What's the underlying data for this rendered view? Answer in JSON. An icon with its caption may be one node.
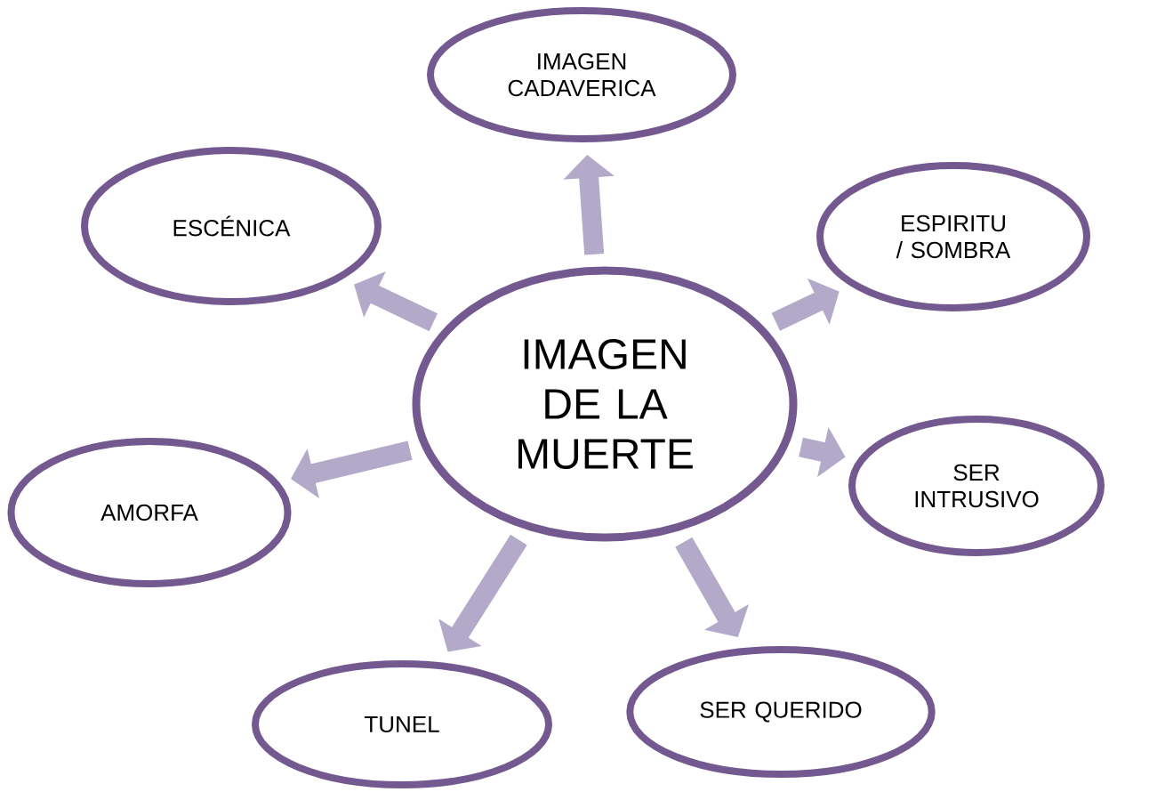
{
  "diagram": {
    "nodes": [
      {
        "text": [
          "IMAGEN DE LA MUERTE"
        ]
      },
      {
        "text": [
          "IMAGEN CADAVERICA"
        ]
      },
      {
        "text": [
          "ESPIRITU / SOMBRA"
        ]
      },
      {
        "text": [
          "SER INTRUSIVO"
        ]
      },
      {
        "text": [
          "SER QUERIDO"
        ]
      },
      {
        "text": [
          "TUNEL"
        ]
      },
      {
        "text": [
          "AMORFA"
        ]
      },
      {
        "text": [
          "ESCÉNICA"
        ]
      }
    ],
    "edges": [
      {
        "from": 0,
        "to": 1,
        "arrow": "to"
      },
      {
        "from": 0,
        "to": 2,
        "arrow": "to"
      },
      {
        "from": 0,
        "to": 3,
        "arrow": "to"
      },
      {
        "from": 0,
        "to": 4,
        "arrow": "to"
      },
      {
        "from": 0,
        "to": 5,
        "arrow": "to"
      },
      {
        "from": 0,
        "to": 6,
        "arrow": "to"
      },
      {
        "from": 0,
        "to": 7,
        "arrow": "to"
      }
    ]
  }
}
